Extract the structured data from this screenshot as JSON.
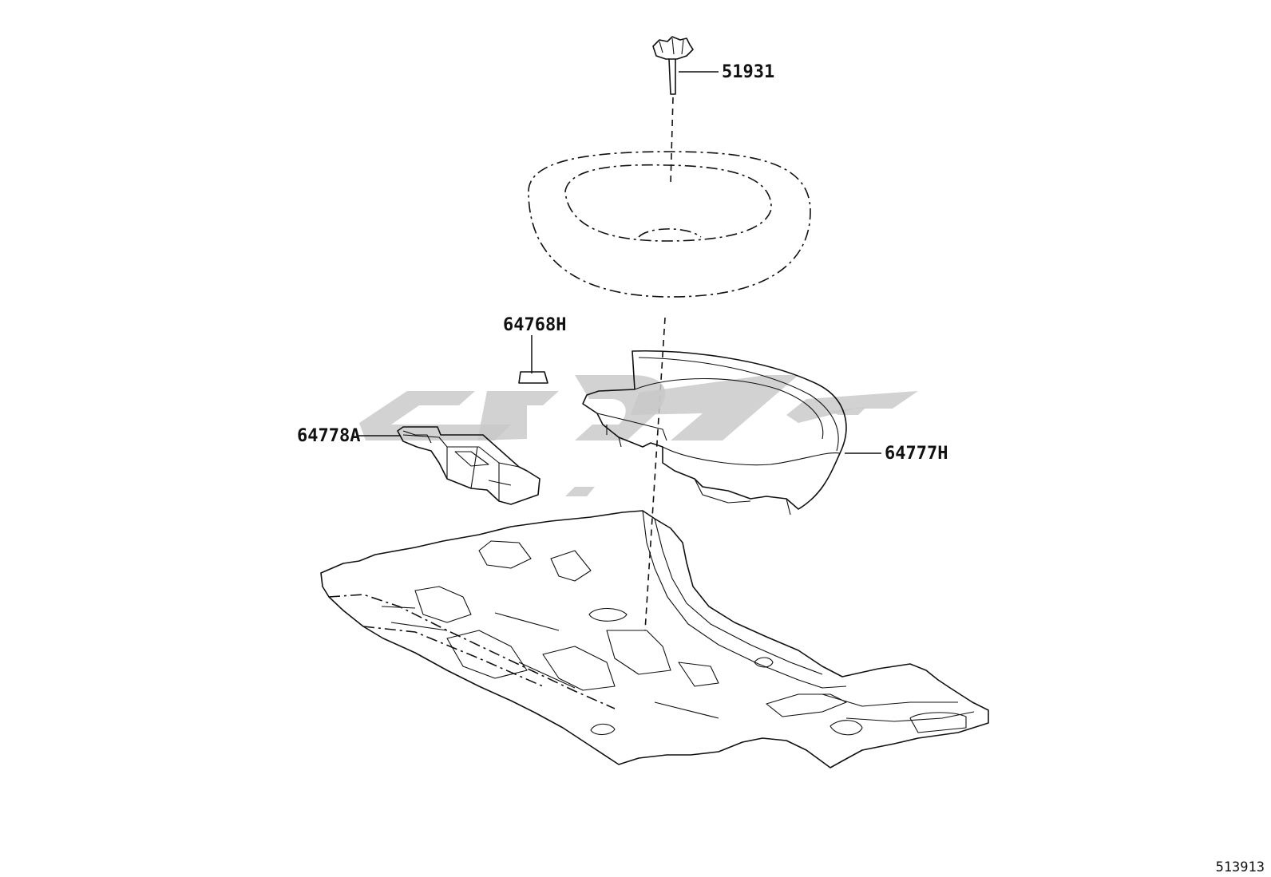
{
  "parts": [
    {
      "id": "knob",
      "label": "51931"
    },
    {
      "id": "pad",
      "label": "64768H"
    },
    {
      "id": "tray",
      "label": "64778A"
    },
    {
      "id": "tub",
      "label": "64777H"
    }
  ],
  "reference_number": "513913"
}
